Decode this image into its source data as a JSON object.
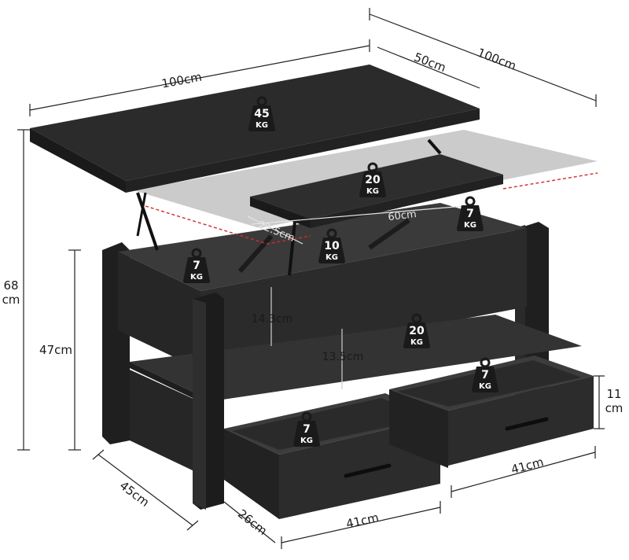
{
  "dimensions": {
    "top_width": "100cm",
    "top_depth": "50cm",
    "top_width_back": "100cm",
    "total_height_value": "68",
    "total_height_unit": "cm",
    "leg_height": "47cm",
    "body_depth": "45cm",
    "drawer_depth": "26cm",
    "drawer_width_front": "41cm",
    "drawer_width_back": "41cm",
    "drawer_height_value": "11",
    "drawer_height_unit": "cm",
    "compartment_height": "14.3cm",
    "shelf_height": "13.5cm",
    "lift_width": "60cm",
    "lift_depth": "22.5cm"
  },
  "loads": {
    "tabletop": {
      "value": "45",
      "unit": "KG"
    },
    "lift_top": {
      "value": "20",
      "unit": "KG"
    },
    "compartment_left": {
      "value": "7",
      "unit": "KG"
    },
    "compartment_center": {
      "value": "10",
      "unit": "KG"
    },
    "compartment_right": {
      "value": "7",
      "unit": "KG"
    },
    "shelf": {
      "value": "20",
      "unit": "KG"
    },
    "drawer_left": {
      "value": "7",
      "unit": "KG"
    },
    "drawer_right": {
      "value": "7",
      "unit": "KG"
    }
  },
  "colors": {
    "furniture": "#2b2b2b",
    "furniture_dark": "#1c1c1c",
    "furniture_light": "#3a3a3a",
    "glass": "#8c8c8c",
    "dashed": "#d22b2b",
    "weight_badge": "#1a1a1a"
  }
}
